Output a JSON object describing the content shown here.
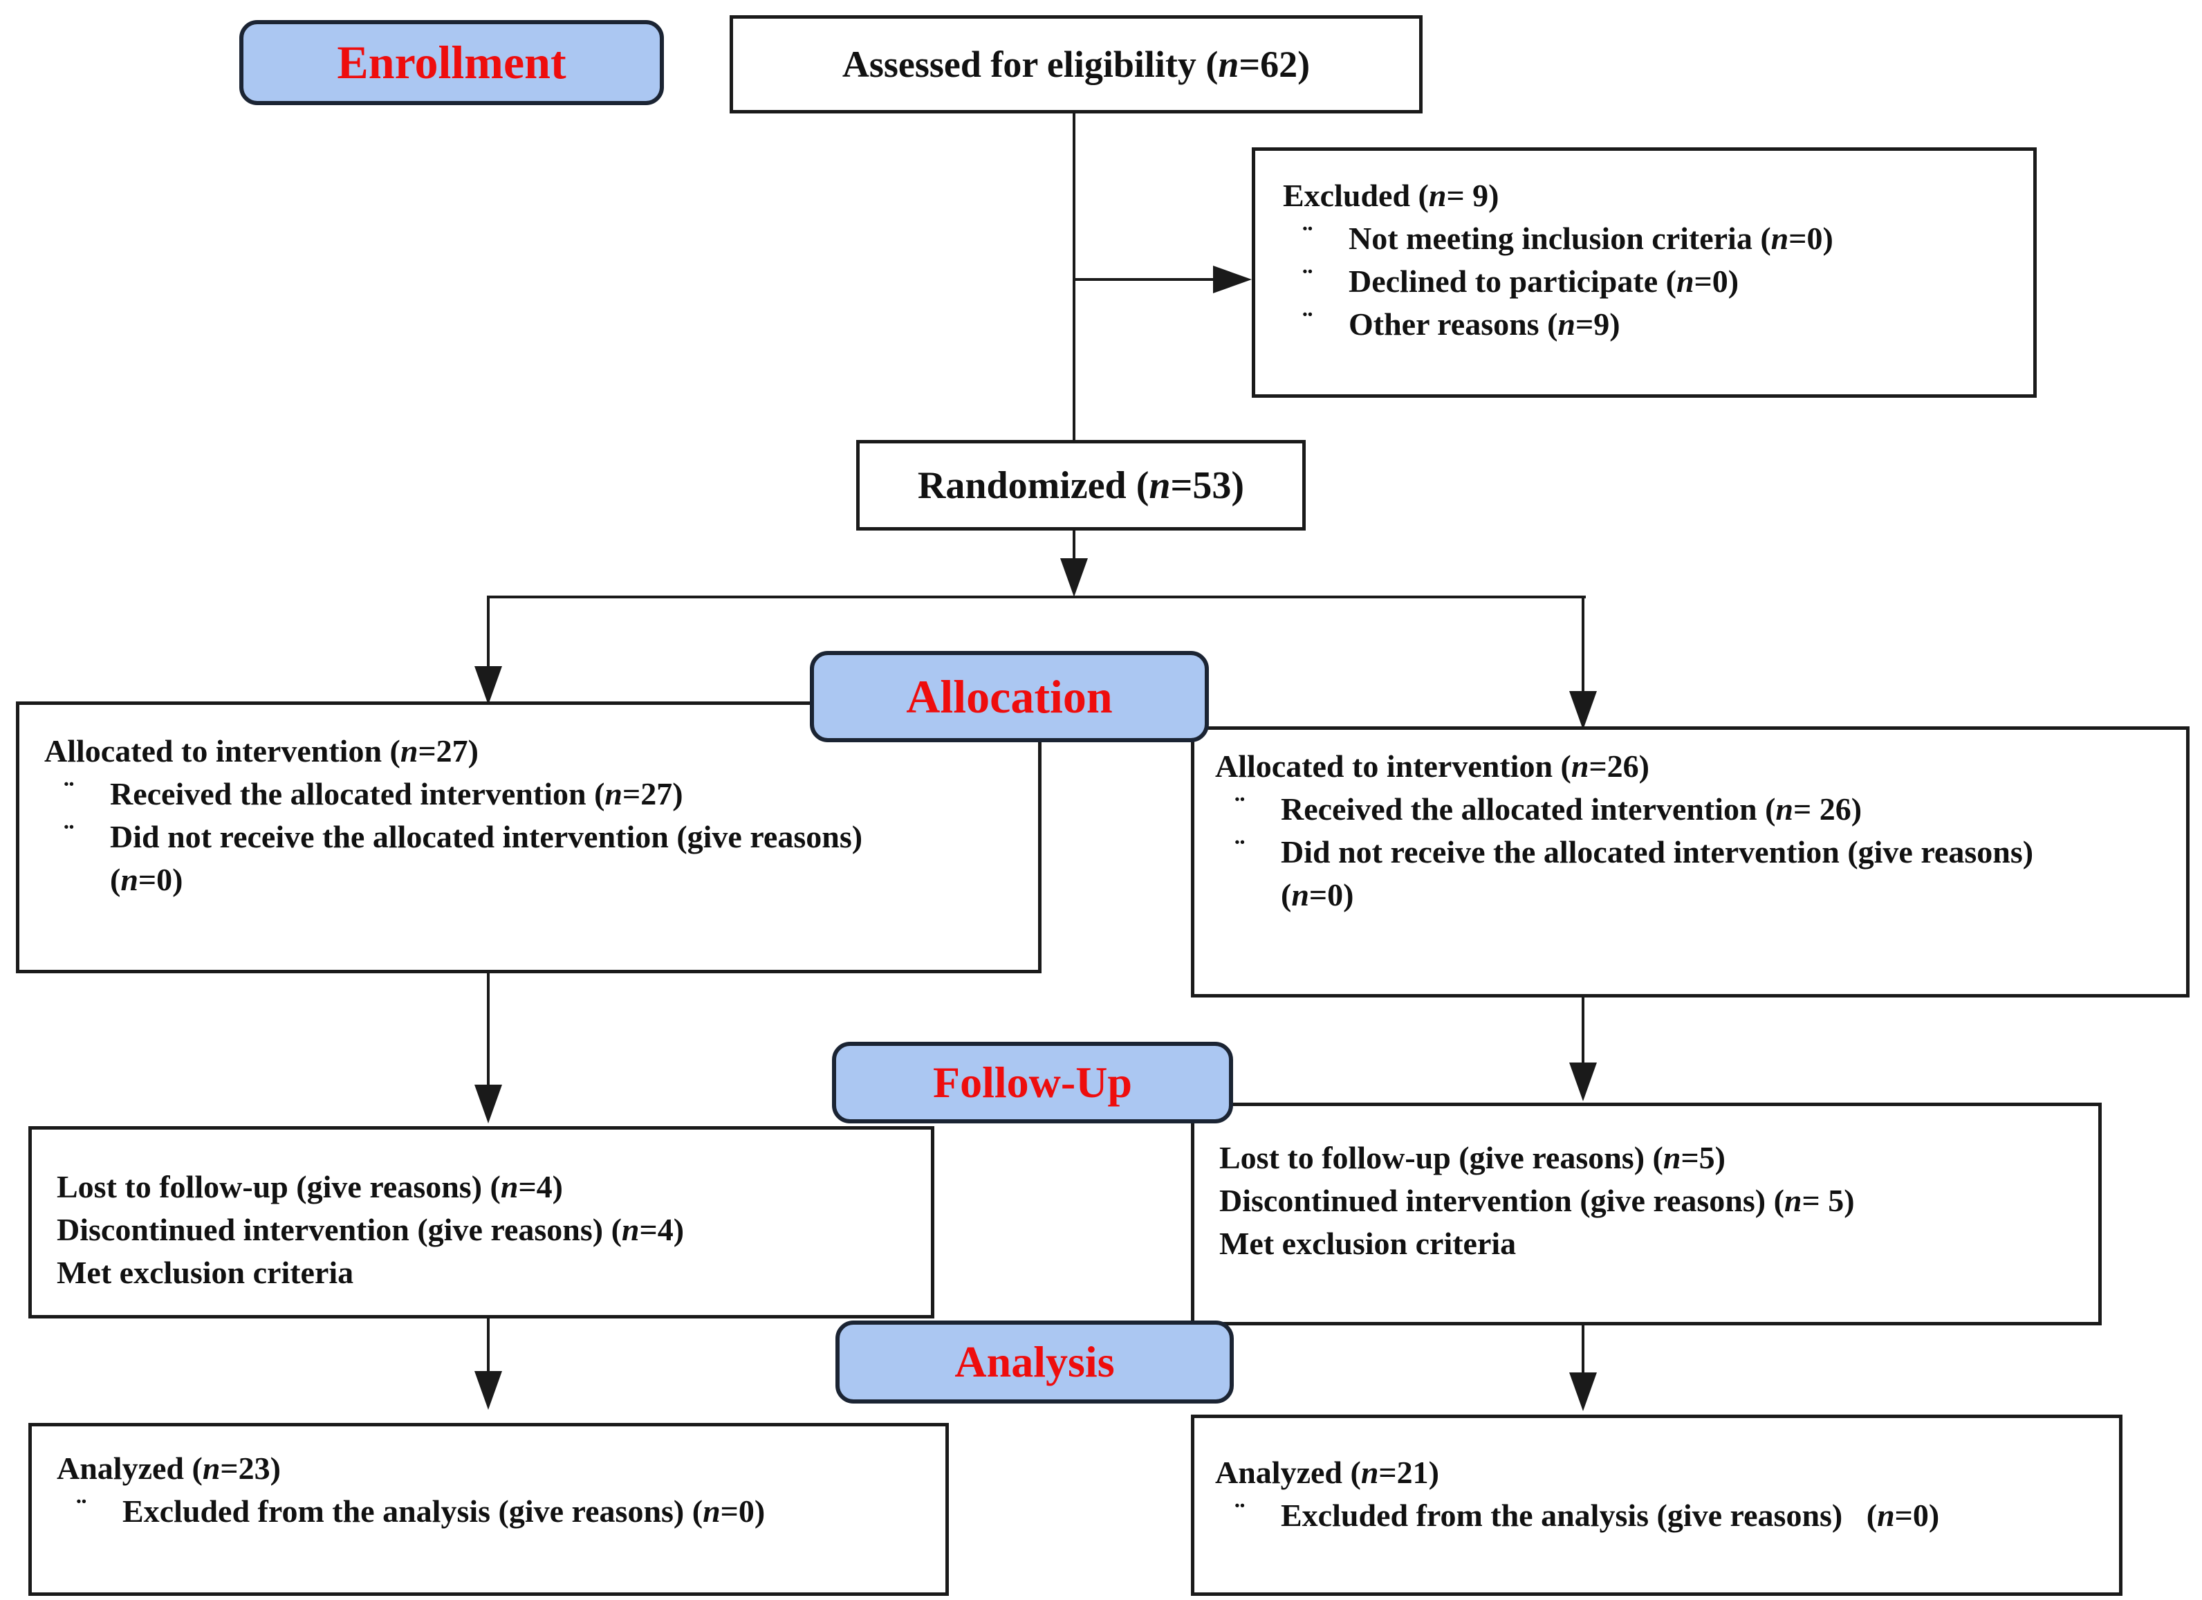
{
  "diagram": {
    "bullet_char": "¨",
    "colors": {
      "stage_fill": "#abc7f2",
      "stage_text": "#ee0d0d",
      "box_border": "#1a1a1a",
      "line": "#1a1a1a"
    },
    "stage_labels": {
      "enrollment": "Enrollment",
      "allocation": "Allocation",
      "followup": "Follow-Up",
      "analysis": "Analysis"
    },
    "boxes": {
      "assessed": {
        "title": "Assessed for eligibility (n=62)"
      },
      "excluded": {
        "title": "Excluded (n= 9)",
        "items": [
          "Not meeting inclusion criteria (n=0)",
          "Declined to participate (n=0)",
          "Other reasons (n=9)"
        ]
      },
      "randomized": {
        "title": "Randomized (n=53)"
      },
      "alloc_left": {
        "title": "Allocated to intervention (n=27)",
        "items": [
          "Received the allocated intervention (n=27)",
          "Did not receive the allocated intervention (give reasons)\n(n=0)"
        ]
      },
      "alloc_right": {
        "title": "Allocated to intervention (n=26)",
        "items": [
          "Received the allocated intervention (n= 26)",
          "Did not receive the allocated intervention (give reasons)\n(n=0)"
        ]
      },
      "fu_left": {
        "lines": [
          "Lost to follow-up (give reasons) (n=4)",
          "Discontinued intervention (give reasons) (n=4)",
          "Met exclusion criteria"
        ]
      },
      "fu_right": {
        "lines": [
          "Lost to follow-up (give reasons) (n=5)",
          "Discontinued intervention (give reasons) (n= 5)",
          "Met exclusion criteria"
        ]
      },
      "an_left": {
        "title": "Analyzed (n=23)",
        "items": [
          "Excluded from the analysis (give reasons) (n=0)"
        ]
      },
      "an_right": {
        "title": "Analyzed (n=21)",
        "items": [
          "Excluded from the analysis (give reasons)   (n=0)"
        ]
      }
    }
  }
}
